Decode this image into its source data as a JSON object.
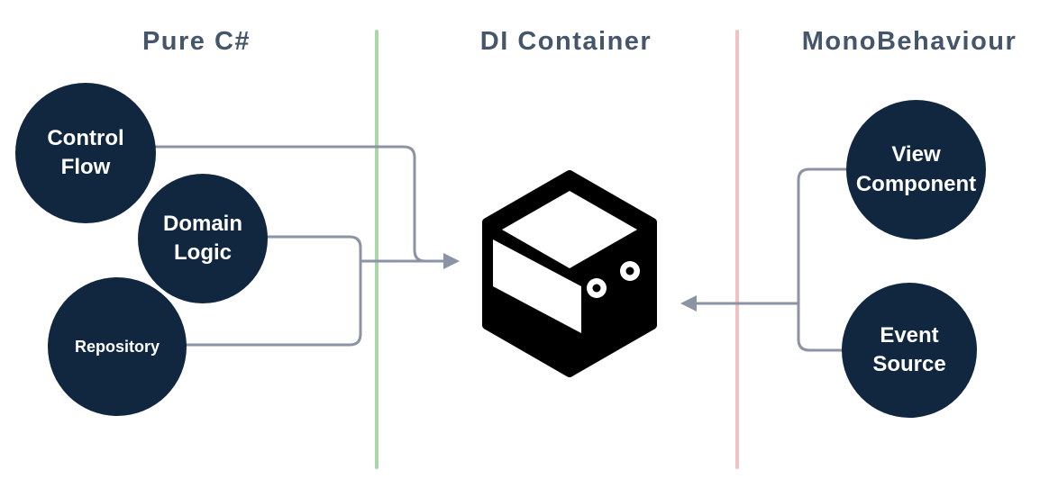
{
  "columns": [
    {
      "id": "pure-csharp",
      "label": "Pure C#"
    },
    {
      "id": "di-container",
      "label": "DI Container"
    },
    {
      "id": "monobehaviour",
      "label": "MonoBehaviour"
    }
  ],
  "nodes_left": [
    {
      "id": "control-flow",
      "label_lines": [
        "Control",
        "Flow"
      ]
    },
    {
      "id": "domain-logic",
      "label_lines": [
        "Domain",
        "Logic"
      ]
    },
    {
      "id": "repository",
      "label_lines": [
        "Repository"
      ]
    }
  ],
  "nodes_right": [
    {
      "id": "view-component",
      "label_lines": [
        "View",
        "Component"
      ]
    },
    {
      "id": "event-source",
      "label_lines": [
        "Event",
        "Source"
      ]
    }
  ],
  "center_icon": {
    "name": "container-box-icon"
  },
  "colors": {
    "node_fill": "#112740",
    "node_text": "#ffffff",
    "header_text": "#45566a",
    "divider_left": "#a9d7a9",
    "divider_right": "#f2c2c2",
    "connector": "#8b93a4",
    "logo_black": "#000000",
    "logo_white": "#ffffff"
  }
}
